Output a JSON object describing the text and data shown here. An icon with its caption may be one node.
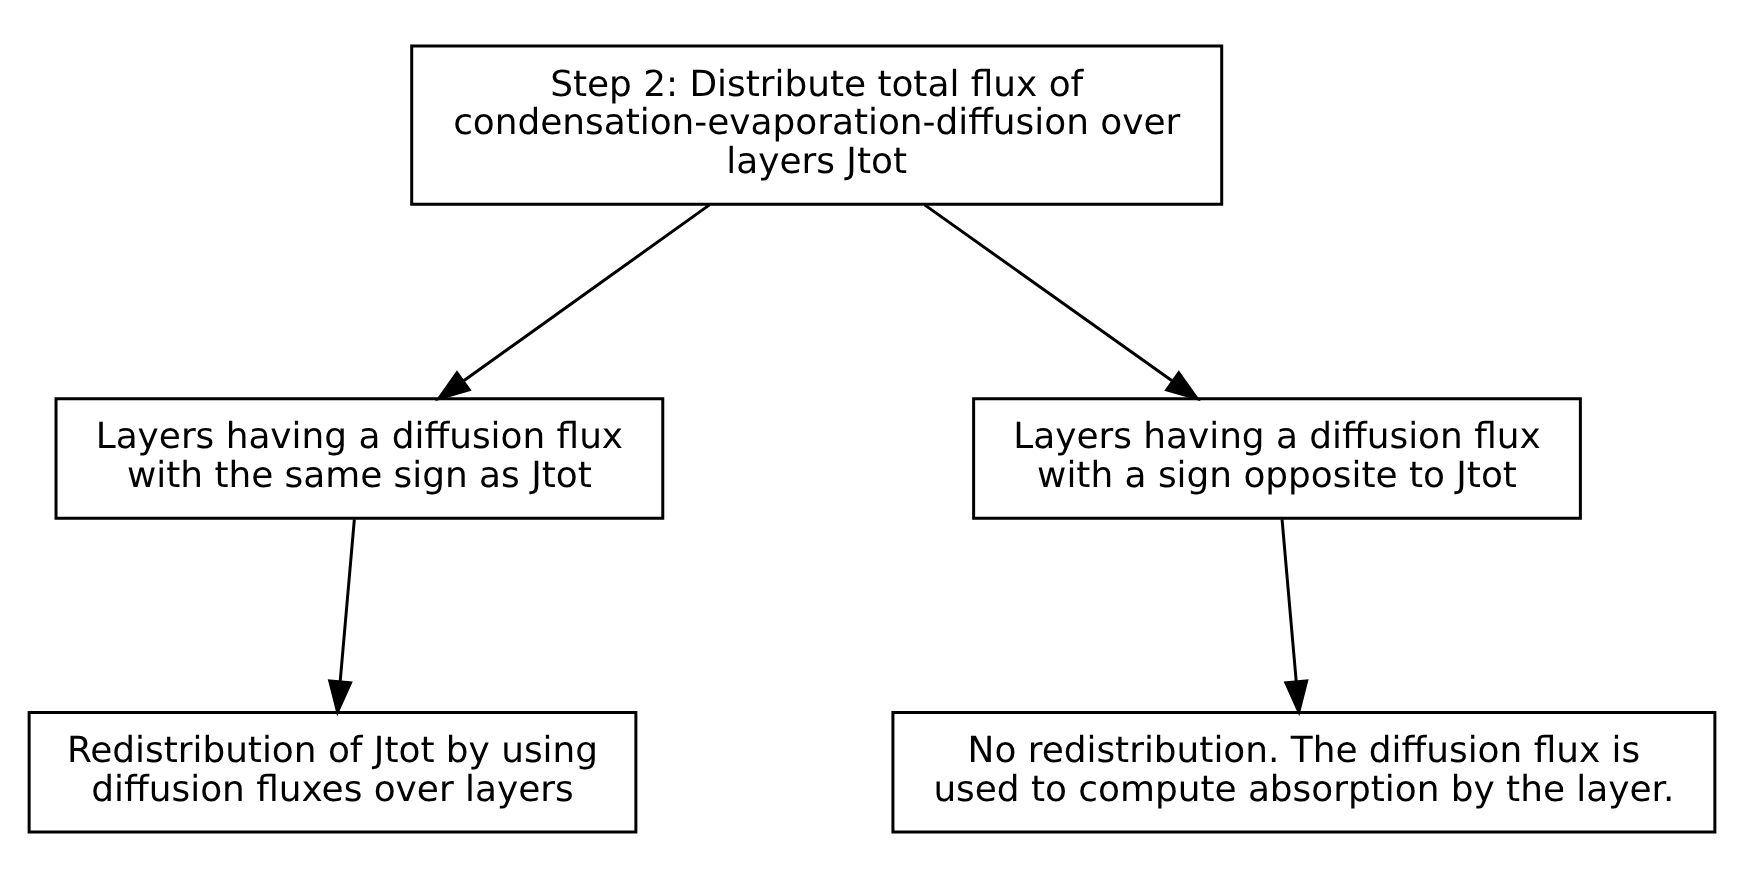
{
  "diagram": {
    "nodes": [
      {
        "text": [
          "Step 2: Distribute total flux of condensation-evaporation-diffusion over layers Jtot"
        ]
      },
      {
        "text": [
          "Layers having a diffusion flux with the same sign as Jtot"
        ]
      },
      {
        "text": [
          "Layers having a diffusion flux with a sign opposite to Jtot"
        ]
      },
      {
        "text": [
          "Redistribution of Jtot by using diffusion fluxes over layers"
        ]
      },
      {
        "text": [
          "No redistribution. The diffusion flux is used to compute absorption by the layer."
        ]
      }
    ],
    "edges": [
      {
        "from": 0,
        "to": 1,
        "arrow": "to"
      },
      {
        "from": 0,
        "to": 2,
        "arrow": "to"
      },
      {
        "from": 1,
        "to": 3,
        "arrow": "to"
      },
      {
        "from": 2,
        "to": 4,
        "arrow": "to"
      }
    ]
  }
}
